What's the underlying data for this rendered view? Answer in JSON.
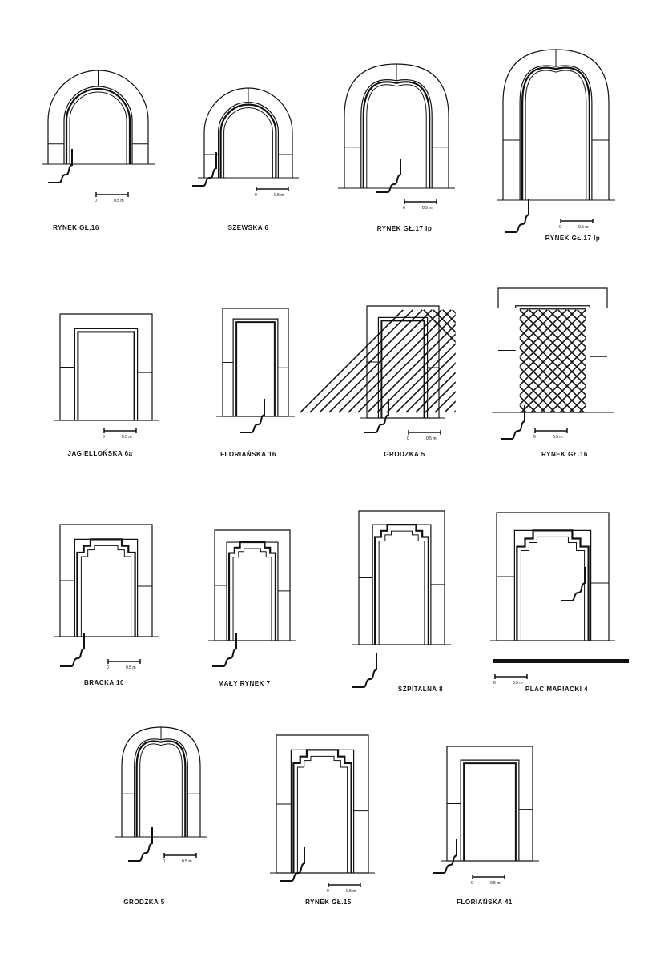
{
  "scale_bar": {
    "start": "0",
    "end": "0.5 m"
  },
  "portals": [
    {
      "label": "RYNEK GŁ.16"
    },
    {
      "label": "SZEWSKA 6"
    },
    {
      "label": "RYNEK GŁ.17 Ip"
    },
    {
      "label": "RYNEK GŁ.17 Ip"
    },
    {
      "label": "JAGIELLOŃSKA 6a"
    },
    {
      "label": "FLORIAŃSKA 16"
    },
    {
      "label": "GRODZKA 5"
    },
    {
      "label": "RYNEK GŁ.16"
    },
    {
      "label": "BRACKA 10"
    },
    {
      "label": "MAŁY RYNEK 7"
    },
    {
      "label": "SZPITALNA 8"
    },
    {
      "label": "PLAC MARIACKI 4"
    },
    {
      "label": "GRODZKA 5"
    },
    {
      "label": "RYNEK GŁ.15"
    },
    {
      "label": "FLORIAŃSKA 41"
    }
  ]
}
